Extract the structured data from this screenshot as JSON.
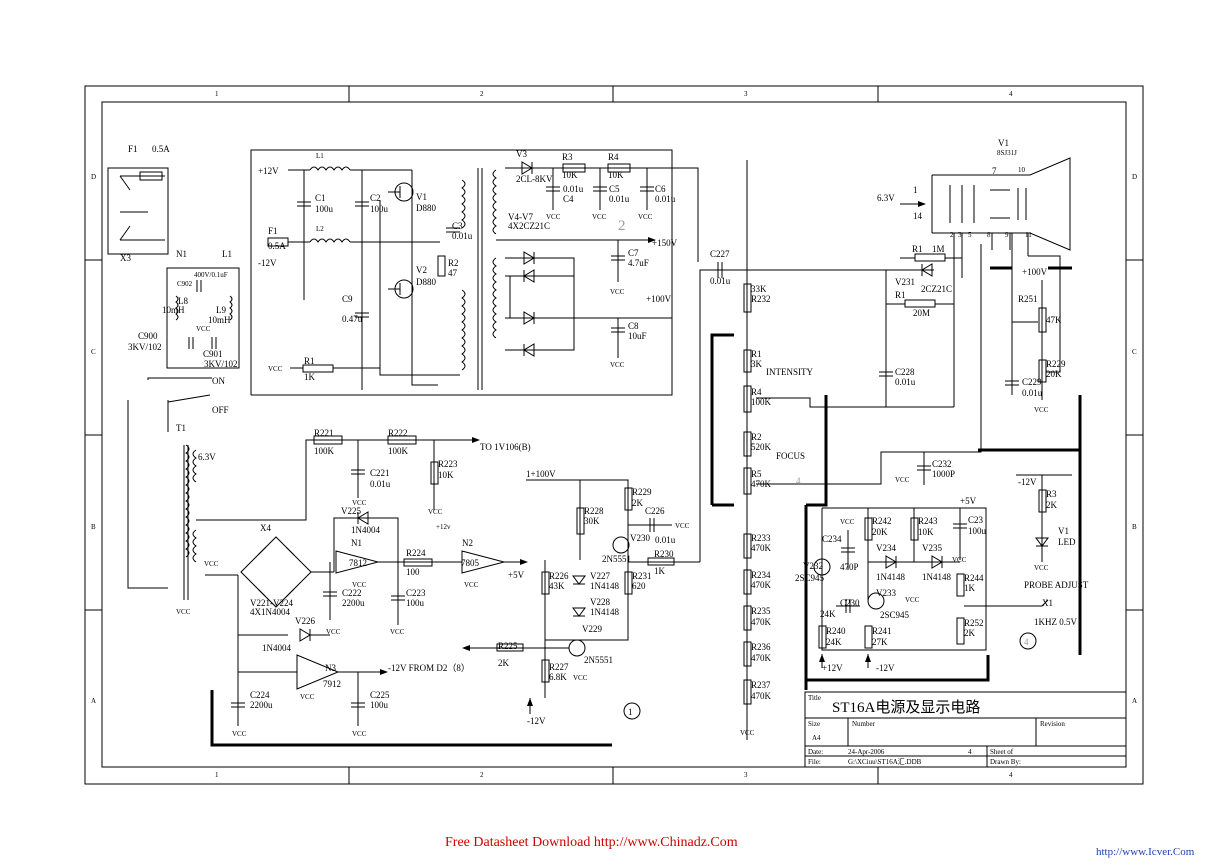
{
  "grid": {
    "cols": [
      "1",
      "2",
      "3",
      "4"
    ],
    "rows": [
      "D",
      "C",
      "B",
      "A"
    ]
  },
  "labels": {
    "F1_top": "F1",
    "F1_top_val": "0.5A",
    "X3": "X3",
    "N1_in": "N1",
    "L1_in": "L1",
    "C902": "C902",
    "C902_val": "400V/0.1uF",
    "L8": "L8",
    "L8_val": "10mH",
    "L9": "L9",
    "L9_val": "10mH",
    "C900": "C900",
    "C900_val": "3KV/102",
    "C901": "C901",
    "C901_val": "3KV/102",
    "VCC_in": "VCC",
    "ON": "ON",
    "OFF": "OFF",
    "T1": "T1",
    "T1_out": "6.3V",
    "X4": "X4",
    "V221_224": "V221-V224",
    "V221_224_val": "4X1N4004",
    "p12V": "+12V",
    "L1_hv": "L1",
    "L2_hv": "L2",
    "F1_hv": "F1",
    "F1_hv_val": "0.5A",
    "m12V": "-12V",
    "C1": "C1",
    "C1_val": "100u",
    "C2": "C2",
    "C2_val": "100u",
    "V1": "V1",
    "V1_val": "D880",
    "V2": "V2",
    "V2_val": "D880",
    "R2": "R2",
    "R2_val": "47",
    "C3": "C3",
    "C3_val": "0.01u",
    "C9": "C9",
    "C9_val": "0.47u",
    "R1_hv": "R1",
    "R1_hv_val": "1K",
    "VCC_hv": "VCC",
    "V3": "V3",
    "V3_val": "2CL-8KV",
    "R3": "R3",
    "R3_val": "10K",
    "R4": "R4",
    "R4_val": "10K",
    "C4_val": "0.01u",
    "C4": "C4",
    "C5": "C5",
    "C5_val": "0.01u",
    "C6": "C6",
    "C6_val": "0.01u",
    "VCC_c4": "VCC",
    "VCC_c5": "VCC",
    "VCC_c6": "VCC",
    "num2": "2",
    "V4V7": "V4-V7",
    "V4V7_val": "4X2CZ21C",
    "p150V": "+150V",
    "C7": "C7",
    "C7_val": "4.7uF",
    "VCC_c7": "VCC",
    "p100V_hv": "+100V",
    "C8": "C8",
    "C8_val": "10uF",
    "VCC_c8": "VCC",
    "R221": "R221",
    "R221_val": "100K",
    "R222": "R222",
    "R222_val": "100K",
    "to1V106": "TO  1V106(B)",
    "C221": "C221",
    "C221_val": "0.01u",
    "VCC_c221": "VCC",
    "R223": "R223",
    "R223_val": "10K",
    "V225": "V225",
    "V225_val": "1N4004",
    "VCC_v225": "VCC",
    "p12v_small": "+12v",
    "N1": "N1",
    "N1_val": "7812",
    "VCC_n1": "VCC",
    "R224": "R224",
    "R224_val": "100",
    "N2": "N2",
    "N2_val": "7805",
    "VCC_n2": "VCC",
    "p5V": "+5V",
    "C222": "C222",
    "C222_val": "2200u",
    "C223": "C223",
    "C223_val": "100u",
    "VCC_c223": "VCC",
    "V226": "V226",
    "V226_val": "1N4004",
    "VCC_v226": "VCC",
    "N3": "N3",
    "N3_val": "7912",
    "fromD2": "-12V   FROM D2（8）",
    "VCC_n3": "VCC",
    "C224": "C224",
    "C224_val": "2200u",
    "C225": "C225",
    "C225_val": "100u",
    "VCC_c224": "VCC",
    "VCC_c225": "VCC",
    "VCC_t1": "VCC",
    "VCC_t1b": "VCC",
    "p100V_mid": "1+100V",
    "R228": "R228",
    "R228_val": "30K",
    "R229": "R229",
    "R229_val": "2K",
    "C226": "C226",
    "C226_val": "0.01u",
    "VCC_c226": "VCC",
    "V230": "V230",
    "V230_val": "2N5551",
    "R230": "R230",
    "R230_val": "1K",
    "R226": "R226",
    "R226_val": "43K",
    "V227": "V227",
    "V227_val": "1N4148",
    "R231": "R231",
    "R231_val": "620",
    "V228": "V228",
    "V228_val": "1N4148",
    "V229": "V229",
    "V229_val": "2N5551",
    "R225": "R225",
    "R225_val": "2K",
    "R227": "R227",
    "R227_val": "6.8K",
    "VCC_r227": "VCC",
    "m12V_bot": "-12V",
    "num1": "1",
    "C227": "C227",
    "C227_val": "0.01u",
    "R232": "R232",
    "R232_val": "33K",
    "R1_f": "R1",
    "R1_f_val": "3K",
    "INTENSITY": "INTENSITY",
    "R4_f": "R4",
    "R4_f_val": "100K",
    "R2_f": "R2",
    "R2_f_val": "520K",
    "FOCUS": "FOCUS",
    "R5_f": "R5",
    "R5_f_val": "470K",
    "R233": "R233",
    "R233_val": "470K",
    "R234": "R234",
    "R234_val": "470K",
    "R235": "R235",
    "R235_val": "470K",
    "R236": "R236",
    "R236_val": "470K",
    "R237": "R237",
    "R237_val": "470K",
    "VCC_r237": "VCC",
    "num4_focus": "4",
    "C228": "C228",
    "C228_val": "0.01u",
    "C232": "C232",
    "C232_val": "1000P",
    "VCC_c232": "VCC",
    "V1_crt": "V1",
    "V1_crt_val": "8SJ31J",
    "p6_3V": "6.3V",
    "pin1": "1",
    "pin14": "14",
    "pin7": "7",
    "pin10": "10",
    "pin2": "2",
    "pin3": "3",
    "pin5": "5",
    "pin8": "8",
    "pin9": "9",
    "pin11": "11",
    "R1_crt": "R1",
    "R1_crt_val": "1M",
    "V231": "V231",
    "V231_val": "2CZ21C",
    "R1_20M": "R1",
    "R1_20M_val": "20M",
    "p100V_crt": "+100V",
    "R251": "R251",
    "R251_val": "47K",
    "R229_crt": "R229",
    "R229_crt_val": "20K",
    "C229": "C229",
    "C229_val": "0.01u",
    "VCC_c229": "VCC",
    "p5V_b": "+5V",
    "VCC_c234": "VCC",
    "C234": "C234",
    "C234_val": "470P",
    "R242": "R242",
    "R242_val": "20K",
    "R243": "R243",
    "R243_val": "10K",
    "C23": "C23",
    "C23_val": "100u",
    "VCC_c23": "VCC",
    "V232": "V232",
    "V232_val": "2SC945",
    "V234": "V234",
    "V234_val": "1N4148",
    "V235": "V235",
    "V235_val": "1N4148",
    "R244": "R244",
    "R244_val": "1K",
    "C230": "C230",
    "V233": "V233",
    "V233_val": "2SC945",
    "VCC_v233": "VCC",
    "R240": "R240",
    "R240_val": "24K",
    "R240_val2": "24K",
    "R241": "R241",
    "R241_val": "27K",
    "R252": "R252",
    "R252_val": "2K",
    "p12V_b": "+12V",
    "m12V_b": "-12V",
    "m12V_probe": "-12V",
    "R3_probe": "R3",
    "R3_probe_val": "2K",
    "V1_led": "V1",
    "V1_led_val": "LED",
    "VCC_probe": "VCC",
    "PROBE": "PROBE  ADJUST",
    "X1": "X1",
    "X1_val": "1KHZ  0.5V",
    "num4_probe": "4"
  },
  "title_block": {
    "title_lbl": "Title",
    "title": "ST16A电源及显示电路",
    "size_lbl": "Size",
    "size": "A4",
    "number_lbl": "Number",
    "revision_lbl": "Revision",
    "date_lbl": "Date:",
    "date": "24-Apr-2006",
    "sheet_num": "4",
    "sheet_lbl": "Sheet    of",
    "file_lbl": "File:",
    "file": "G:\\XCiuu\\ST16A汇.DDB",
    "drawn_lbl": "Drawn By:"
  },
  "footer": {
    "left": "Free Datasheet Download http://www.Chinadz.Com",
    "right": "http://www.Icver.Com"
  }
}
